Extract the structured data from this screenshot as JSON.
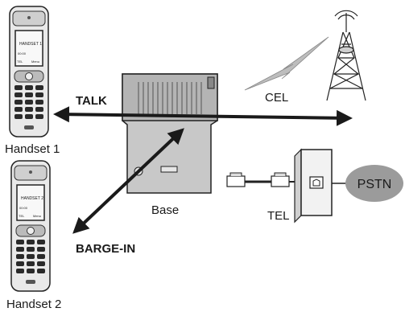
{
  "labels": {
    "talk": "TALK",
    "barge_in": "BARGE-IN",
    "cel": "CEL",
    "tel": "TEL",
    "pstn": "PSTN",
    "base": "Base",
    "handset1": "Handset 1",
    "handset2": "Handset 2"
  },
  "handset_screen": {
    "handset1_text": "HANDSET 1",
    "handset2_text": "HANDSET 2",
    "softkey_left": "TEL",
    "softkey_right": "Menu",
    "time": "00:00"
  },
  "colors": {
    "base_body": "#c8c8c8",
    "base_dark": "#9a9a9a",
    "pstn_oval": "#9b9b9b",
    "cel_bolt": "#bdbdbd",
    "arrow": "#1a1a1a"
  }
}
